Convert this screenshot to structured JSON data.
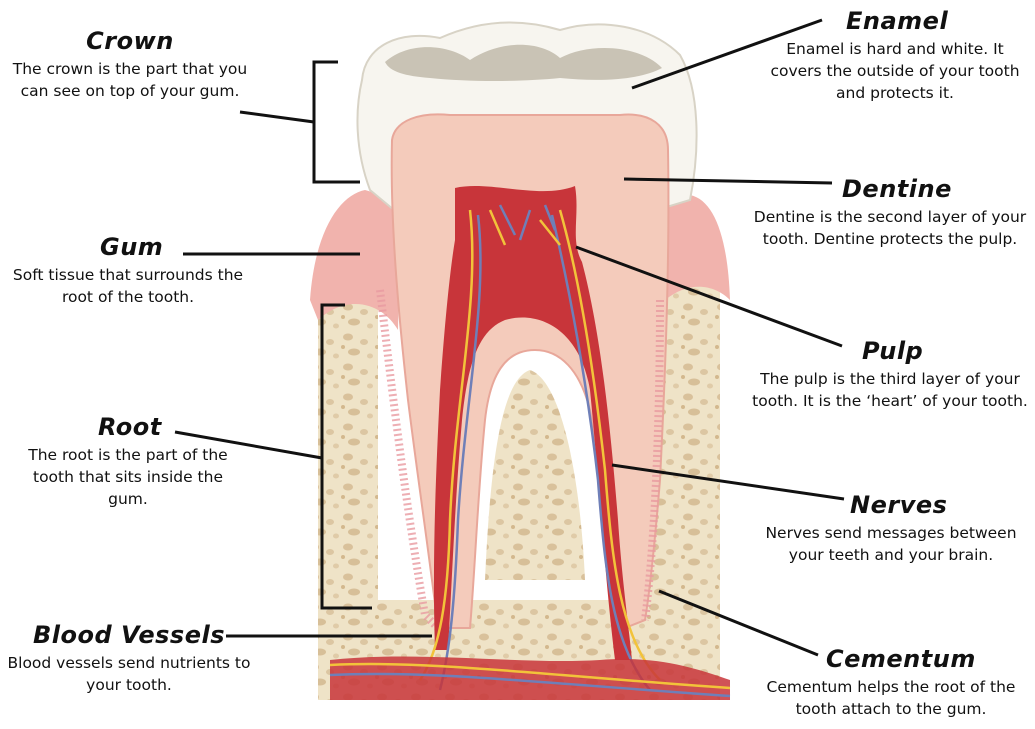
{
  "labels": {
    "crown": {
      "title": "Crown",
      "text": "The crown is the part that you can see on top of your gum."
    },
    "gum": {
      "title": "Gum",
      "text": "Soft tissue that surrounds the root of the tooth."
    },
    "root": {
      "title": "Root",
      "text": "The root is the part of the tooth that sits inside the gum."
    },
    "blood": {
      "title": "Blood Vessels",
      "text": "Blood vessels send nutrients to your tooth."
    },
    "enamel": {
      "title": "Enamel",
      "text": "Enamel is hard and white. It covers the outside of your tooth and protects it."
    },
    "dentine": {
      "title": "Dentine",
      "text": "Dentine is the second layer of your tooth. Dentine protects the pulp."
    },
    "pulp": {
      "title": "Pulp",
      "text": "The pulp is the third layer of your tooth. It is the ‘heart’ of your tooth."
    },
    "nerves": {
      "title": "Nerves",
      "text": "Nerves send messages between your teeth and your brain."
    },
    "cementum": {
      "title": "Cementum",
      "text": "Cementum helps the root of the tooth attach to the gum."
    }
  },
  "colors": {
    "enamel": "#f7f5ef",
    "dentine": "#f4cbbb",
    "pulp": "#c8353a",
    "gum": "#f1b3ad",
    "bone": "#eee0c4",
    "nerve": "#f2c33a",
    "vessel": "#6f7fb8"
  }
}
